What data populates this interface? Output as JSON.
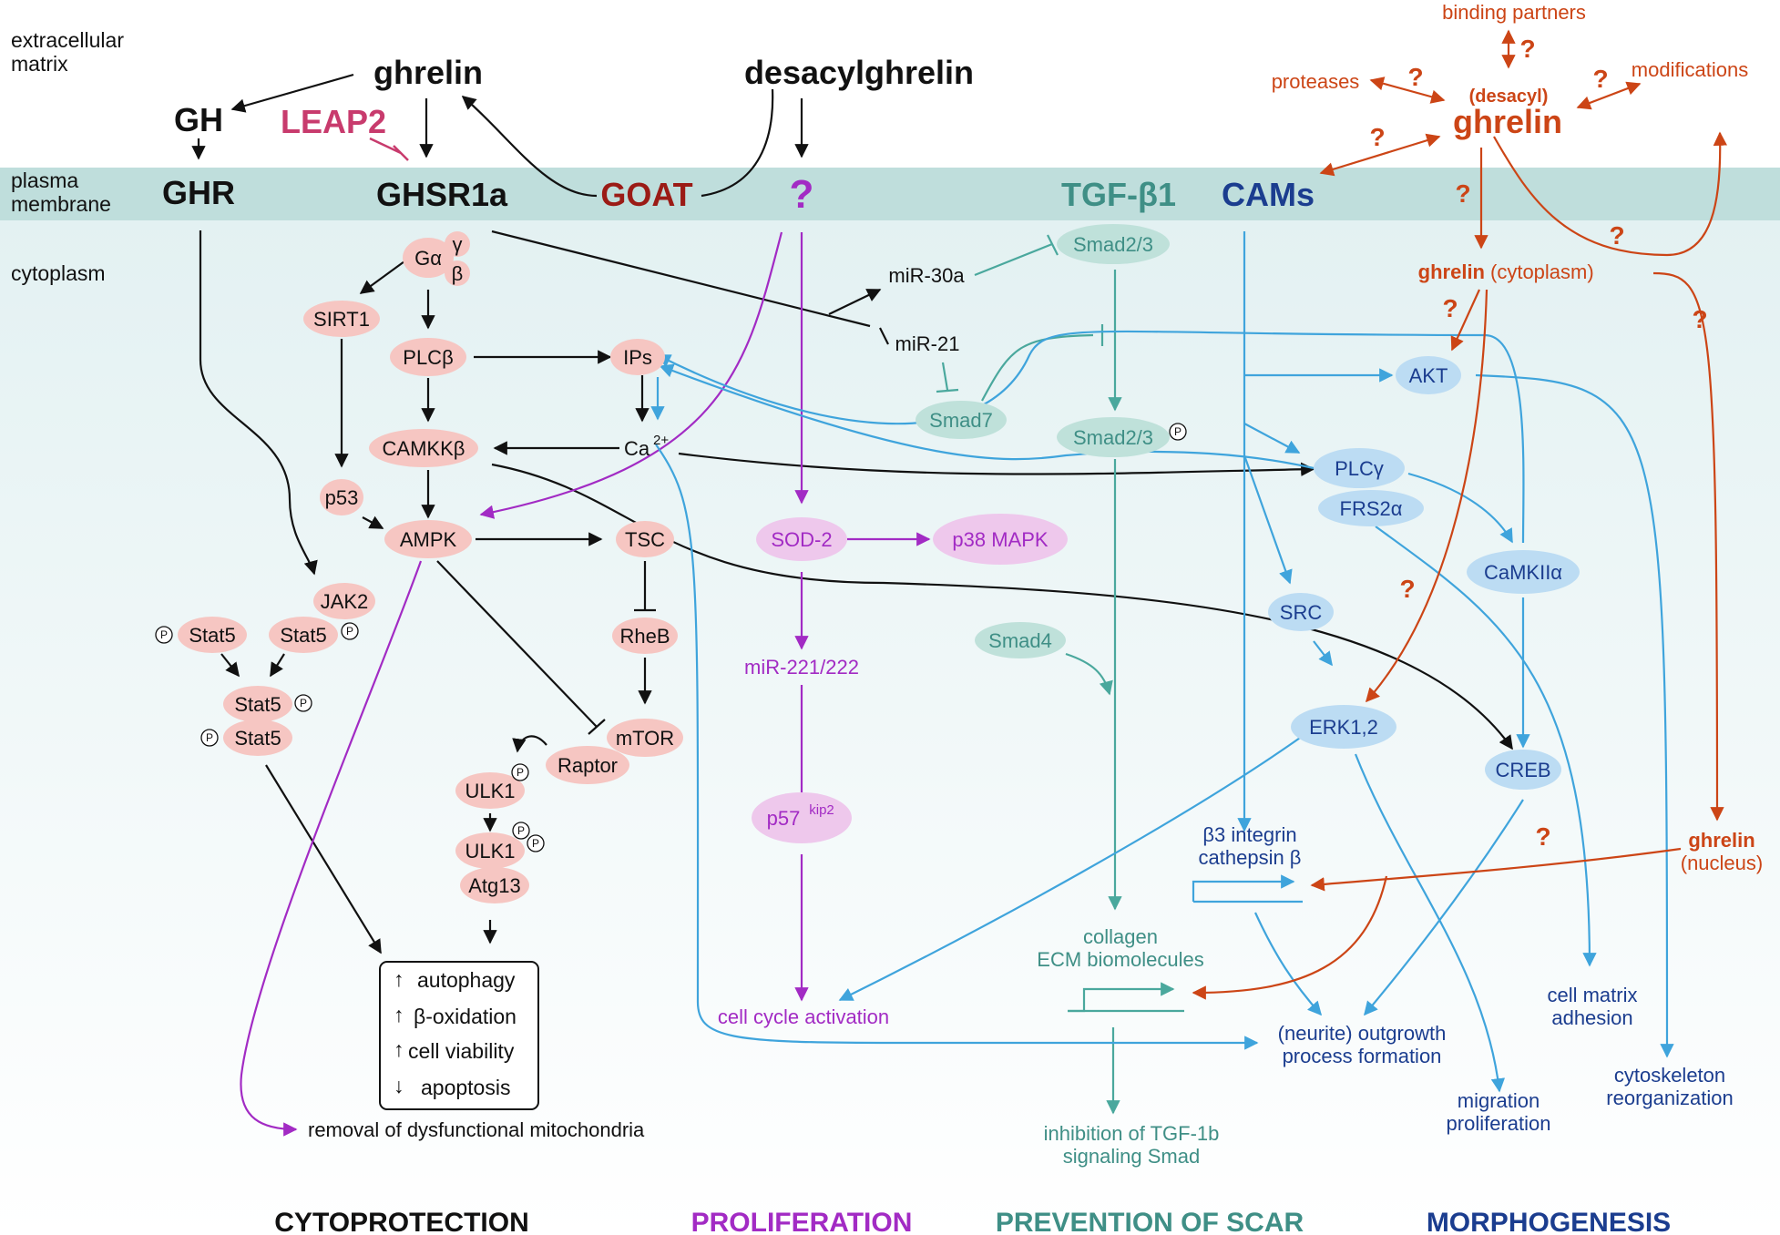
{
  "colors": {
    "black": "#111111",
    "purple": "#a22bc4",
    "teal": "#3f8f86",
    "navy": "#1b3d8f",
    "orange": "#cc4516",
    "darkred": "#9b1b16",
    "leap2": "#c83b6d",
    "blue_line": "#3fa4dc",
    "membrane": "#bfdedc",
    "pink_node": "#f6c6c2",
    "purple_node": "#eec8ec",
    "teal_node": "#bfe1da",
    "blue_node": "#bcdcf3"
  },
  "regions": {
    "extracellular": [
      "extracellular",
      "matrix"
    ],
    "membrane": [
      "plasma",
      "membrane"
    ],
    "cytoplasm": "cytoplasm"
  },
  "headers": {
    "ghrelin": "ghrelin",
    "desacylghrelin": "desacylghrelin",
    "gh": "GH",
    "leap2": "LEAP2",
    "ghr": "GHR",
    "ghsr1a": "GHSR1a",
    "goat": "GOAT",
    "unknown_receptor": "?",
    "tgfb1": "TGF-β1",
    "cams": "CAMs"
  },
  "nodes": {
    "galpha": "Gα",
    "gamma": "γ",
    "beta": "β",
    "sirt1": "SIRT1",
    "plcb": "PLCβ",
    "ips": "IPs",
    "ca_base": "Ca",
    "ca_sup": "2+",
    "camkkb": "CAMKKβ",
    "p53": "p53",
    "ampk": "AMPK",
    "tsc": "TSC",
    "rheb": "RheB",
    "mtor": "mTOR",
    "raptor": "Raptor",
    "jak2": "JAK2",
    "stat5": "Stat5",
    "ulk1": "ULK1",
    "atg13": "Atg13",
    "sod2": "SOD-2",
    "p38": "p38 MAPK",
    "mir221": "miR-221/222",
    "p57_base": "p57",
    "p57_sup": "kip2",
    "mir30a": "miR-30a",
    "mir21": "miR-21",
    "smad23": "Smad2/3",
    "smad7": "Smad7",
    "smad4": "Smad4",
    "akt": "AKT",
    "plcg": "PLCγ",
    "frs2a": "FRS2α",
    "camk2a": "CaMKIIα",
    "src": "SRC",
    "erk": "ERK1,2",
    "creb": "CREB",
    "phospho": "P"
  },
  "right_panel": {
    "binding": "binding partners",
    "proteases": "proteases",
    "modifications": "modifications",
    "desacyl": "(desacyl)",
    "ghrelin_big": "ghrelin",
    "q": "?",
    "ghrelin_cyto": "ghrelin",
    "cyto_suffix": "(cytoplasm)",
    "ghrelin_nucleus": "ghrelin",
    "nucleus_suffix": "(nucleus)"
  },
  "outcome_box": {
    "lines": [
      {
        "arrow": "↑",
        "text": "autophagy"
      },
      {
        "arrow": "↑",
        "text": "β-oxidation"
      },
      {
        "arrow": "↑",
        "text": "cell viability"
      },
      {
        "arrow": "↓",
        "text": "apoptosis"
      }
    ]
  },
  "outcomes": {
    "mito": "removal of dysfunctional mitochondria",
    "cell_cycle": "cell cycle activation",
    "collagen": [
      "collagen",
      "ECM biomolecules"
    ],
    "integrin": [
      "β3 integrin",
      "cathepsin β"
    ],
    "tgf_inhib": [
      "inhibition of TGF-1b",
      "signaling Smad"
    ],
    "neurite": [
      "(neurite) outgrowth",
      "process formation"
    ],
    "migration": [
      "migration",
      "proliferation"
    ],
    "matrix_adhesion": [
      "cell matrix",
      "adhesion"
    ],
    "cytoskeleton": [
      "cytoskeleton",
      "reorganization"
    ]
  },
  "categories": {
    "cytoprotection": "CYTOPROTECTION",
    "proliferation": "PROLIFERATION",
    "scar": "PREVENTION OF SCAR",
    "morpho": "MORPHOGENESIS"
  }
}
